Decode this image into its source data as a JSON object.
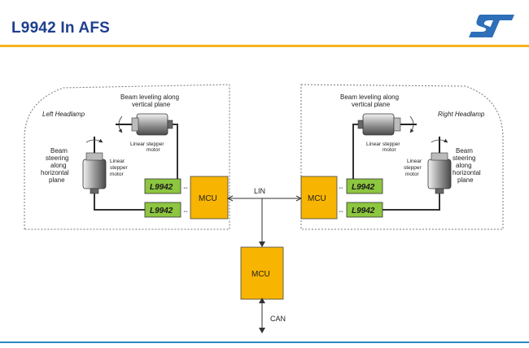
{
  "slide": {
    "title": "L9942 In AFS",
    "logo_name": "st-logo"
  },
  "colors": {
    "title": "#1e3f8f",
    "title_rule": "#f4b41a",
    "mcu_fill": "#f7b400",
    "driver_fill": "#8dc63f",
    "bottom_rule": "#2a8ac4"
  },
  "left_headlamp": {
    "title": "Left Headlamp",
    "leveling_label_1": "Beam leveling along",
    "leveling_label_2": "vertical plane",
    "steering_label": [
      "Beam",
      "steering",
      "along",
      "horizontal",
      "plane"
    ],
    "motor_top_label_1": "Linear stepper",
    "motor_top_label_2": "motor",
    "motor_side_label": [
      "Linear",
      "stepper",
      "motor"
    ],
    "driver_1": "L9942",
    "driver_2": "L9942",
    "mcu": "MCU"
  },
  "right_headlamp": {
    "title": "Right Headlamp",
    "leveling_label_1": "Beam leveling along",
    "leveling_label_2": "vertical plane",
    "steering_label": [
      "Beam",
      "steering",
      "along",
      "horizontal",
      "plane"
    ],
    "motor_top_label_1": "Linear stepper",
    "motor_top_label_2": "motor",
    "motor_side_label": [
      "Linear",
      "stepper",
      "motor"
    ],
    "driver_1": "L9942",
    "driver_2": "L9942",
    "mcu": "MCU"
  },
  "bus": {
    "lin_label": "LIN",
    "central_mcu": "MCU",
    "can_label": "CAN"
  }
}
